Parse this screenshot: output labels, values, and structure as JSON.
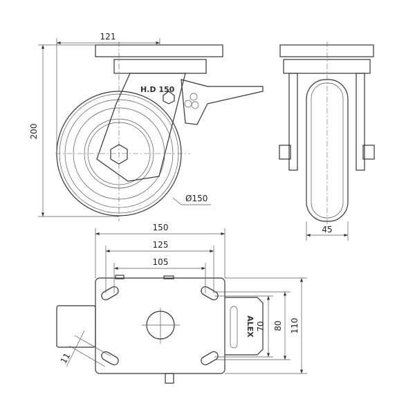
{
  "dimensions": {
    "side_offset": "121",
    "overall_height": "200",
    "wheel_diameter": "Ø150",
    "wheel_width": "45",
    "plate_length": "150",
    "hole_spacing_outer": "125",
    "hole_spacing_inner": "105",
    "plate_width": "110",
    "hole_spacing_width_outer": "80",
    "hole_spacing_width_inner": "70",
    "slot_width": "11"
  },
  "brand": {
    "logo_text": "ALEX",
    "fork_marking": "H.D 150"
  },
  "colors": {
    "line": "#333333",
    "background": "#ffffff"
  }
}
